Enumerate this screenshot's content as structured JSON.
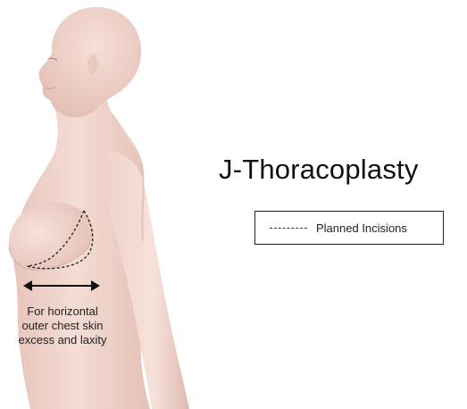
{
  "title": "J-Thoracoplasty",
  "legend": {
    "label": "Planned Incisions"
  },
  "annotation": {
    "lines": [
      "For horizontal",
      "outer chest skin",
      "excess and laxity"
    ]
  },
  "colors": {
    "skin": "#f1d6ce",
    "skin_shadow": "#dcb7ac",
    "background": "#ffffff",
    "ink": "#111111"
  },
  "icons": {
    "arrow": "double-headed-arrow-icon"
  }
}
